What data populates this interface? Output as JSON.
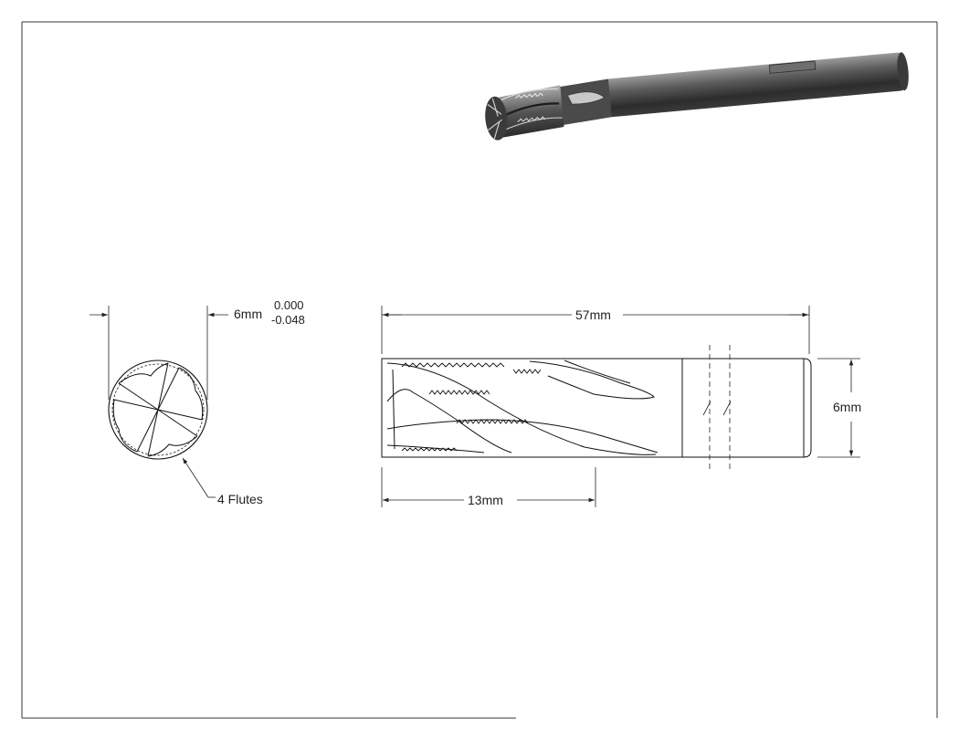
{
  "drawing": {
    "end_view": {
      "diameter_label": "6mm",
      "tol_upper": "0.000",
      "tol_lower": "-0.048",
      "flutes_label": "4 Flutes"
    },
    "side_view": {
      "overall_length_label": "57mm",
      "shank_diameter_label": "6mm",
      "flute_length_label": "13mm"
    },
    "colors": {
      "line": "#222222",
      "shaded_metal_dark": "#2e2e2e",
      "shaded_metal_light": "#8a8a8a"
    }
  }
}
